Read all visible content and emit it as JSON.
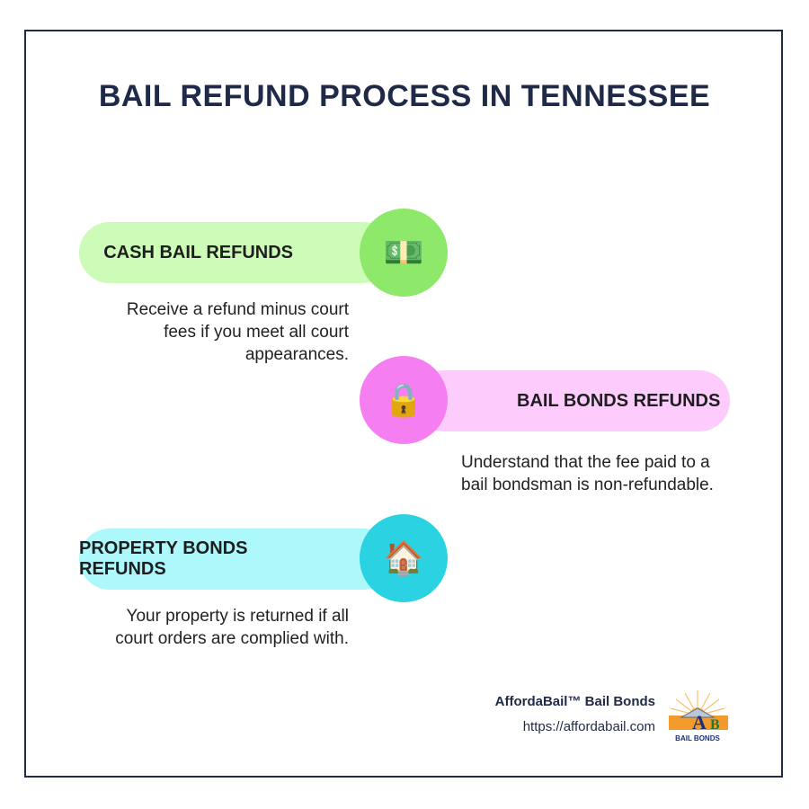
{
  "title": "BAIL REFUND PROCESS IN TENNESSEE",
  "colors": {
    "border": "#1f2a48",
    "title": "#1f2a48",
    "cash_pill": "#ccfcb8",
    "cash_circle": "#8ee86a",
    "bonds_pill": "#fdccfd",
    "bonds_circle": "#f57ef0",
    "property_pill": "#acf8fb",
    "property_circle": "#2bd2e2"
  },
  "sections": [
    {
      "heading": "CASH BAIL REFUNDS",
      "icon": "money-banknote-icon",
      "icon_glyph": "💵",
      "description": "Receive a refund minus court fees if you meet all court appearances."
    },
    {
      "heading": "BAIL BONDS REFUNDS",
      "icon": "padlock-icon",
      "icon_glyph": "🔒",
      "description": "Understand that the fee paid to a bail bondsman is non-refundable."
    },
    {
      "heading": "PROPERTY BONDS REFUNDS",
      "icon": "house-icon",
      "icon_glyph": "🏠",
      "description": "Your property is returned if all court orders are complied with."
    }
  ],
  "footer": {
    "brand": "AffordaBail™ Bail Bonds",
    "url": "https://affordabail.com",
    "logo_text": "BAIL BONDS",
    "logo_letters": "AB"
  }
}
